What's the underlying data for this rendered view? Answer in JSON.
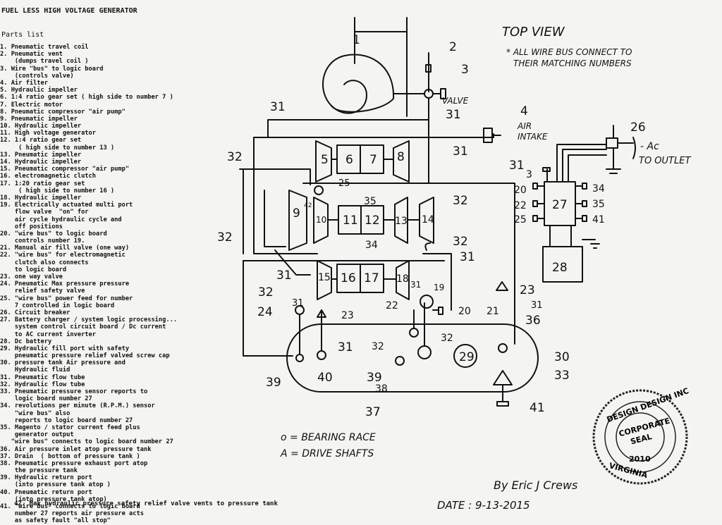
{
  "title": "FUEL LESS HIGH VOLTAGE GENERATOR",
  "parts_heading": "Parts list",
  "parts": [
    "1. Pneumatic travel coil",
    "2. Pneumatic vent",
    "    (dumps travel coil )",
    "3. Wire \"bus\" to logic board",
    "    (controls valve)",
    "4. Air filter",
    "5. Hydraulic impeller",
    "6. 1:4 ratio gear set ( high side to number 7 )",
    "7. Electric motor",
    "8. Pneumatic compressor \"air pump\"",
    "9. Pneumatic impeller",
    "10. Hydraulic impeller",
    "11. High voltage generator",
    "12. 1:4 ratio gear set",
    "     ( high side to number 13 )",
    "13. Pneumatic impeller",
    "14. Hydraulic impeller",
    "15. Pneumatic compressor \"air pump\"",
    "16. electromagnetic clutch",
    "17. 1:20 ratio gear set",
    "     ( high side to number 16 )",
    "18. Hydraulic impeller",
    "19. Electrically actuated multi port",
    "    flow valve  \"on\" for",
    "    air cycle hydraulic cycle and",
    "    off positions",
    "20. \"wire bus\" to logic board",
    "    controls number 19.",
    "21. Manual air fill valve (one way)",
    "22. \"wire bus\" for electromagnetic",
    "    clutch also connects",
    "    to logic board",
    "23. one way valve",
    "24. Pneumatic Max pressure pressure",
    "    relief safety valve",
    "25. \"wire bus\" power feed for number",
    "    7 controlled in logic board",
    "26. Circuit breaker",
    "27. Battery charger / system logic processing...",
    "    system control circuit board / Dc current",
    "    to AC current inverter",
    "28. Dc battery",
    "29. Hydraulic fill port with safety",
    "    pneumatic pressure relief valved screw cap",
    "30. pressure tank Air pressure and",
    "    Hydraulic fluid",
    "31. Pneumatic flow tube",
    "32. Hydraulic flow tube",
    "33. Pneumatic pressure sensor reports to",
    "    logic board number 27",
    "34. revolutions per minute (R.P.M.) sensor",
    "    \"wire bus\" also",
    "    reports to logic board number 27",
    "35. Magento / stator current feed plus",
    "    generator output",
    "   \"wire bus\" connects to logic board number 27",
    "36. Air pressure inlet atop pressure tank",
    "37. Drain  ( bottom of pressure tank )",
    "38. Pneumatic pressure exhaust port atop",
    "    the pressure tank",
    "39. Hydraulic return port",
    "    (into pressure tank atop )",
    "40. Pneumatic return port",
    "    (into pressure tank atop)",
    "41. \"wire bus\" connects to logic board",
    "    number 27 reports air pressure acts",
    "    as safety fault \"all stop\""
  ],
  "part42": "42. Max hydraulic pressure safety relief valve vents to pressure tank",
  "diagram": {
    "top_view": "TOP VIEW",
    "note_line1": "* ALL WIRE BUS CONNECT TO",
    "note_line2": "THEIR MATCHING NUMBERS",
    "valve": "VALVE",
    "air_intake_1": "AIR",
    "air_intake_2": "INTAKE",
    "ac_label": "- Ac",
    "to_outlet": "TO OUTLET",
    "legend_bearing": "o = BEARING RACE",
    "legend_shafts": "A = DRIVE SHAFTS",
    "signature": "By Eric J Crews",
    "date": "DATE : 9-13-2015",
    "seal_top": "DESIGN DESIGN INC",
    "seal_mid1": "CORPORATE",
    "seal_mid2": "SEAL",
    "seal_year": "2010",
    "seal_state": "VIRGINIA"
  },
  "labels": {
    "n1": "1",
    "n2": "2",
    "n3": "3",
    "n4": "4",
    "n5": "5",
    "n6": "6",
    "n7": "7",
    "n8": "8",
    "n9": "9",
    "n10": "10",
    "n11": "11",
    "n12": "12",
    "n13": "13",
    "n14": "14",
    "n15": "15",
    "n16": "16",
    "n17": "17",
    "n18": "18",
    "n19": "19",
    "n20": "20",
    "n21": "21",
    "n22": "22",
    "n23": "23",
    "n24": "24",
    "n25": "25",
    "n26": "26",
    "n27": "27",
    "n28": "28",
    "n29": "29",
    "n30": "30",
    "n31": "31",
    "n32": "32",
    "n33": "33",
    "n34": "34",
    "n35": "35",
    "n36": "36",
    "n37": "37",
    "n38": "38",
    "n39": "39",
    "n40": "40",
    "n41": "41",
    "n42": "42",
    "nA": "A"
  }
}
